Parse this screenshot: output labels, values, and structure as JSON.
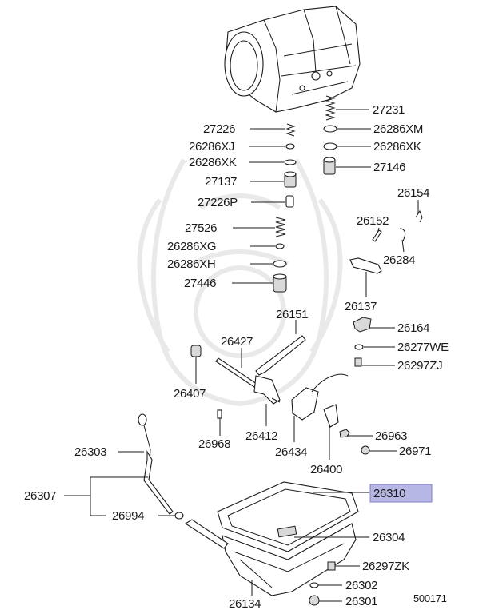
{
  "diagram_id": "500171",
  "highlight_color": "#b7b7e6",
  "labels": [
    {
      "id": "27231",
      "text": "27231"
    },
    {
      "id": "26286XM",
      "text": "26286XM"
    },
    {
      "id": "26286XK_r",
      "text": "26286XK"
    },
    {
      "id": "27146",
      "text": "27146"
    },
    {
      "id": "27226",
      "text": "27226"
    },
    {
      "id": "26286XJ",
      "text": "26286XJ"
    },
    {
      "id": "26286XK_l",
      "text": "26286XK"
    },
    {
      "id": "27137",
      "text": "27137"
    },
    {
      "id": "27226P",
      "text": "27226P"
    },
    {
      "id": "27526",
      "text": "27526"
    },
    {
      "id": "26286XG",
      "text": "26286XG"
    },
    {
      "id": "26286XH",
      "text": "26286XH"
    },
    {
      "id": "27446",
      "text": "27446"
    },
    {
      "id": "26154",
      "text": "26154"
    },
    {
      "id": "26152",
      "text": "26152"
    },
    {
      "id": "26284",
      "text": "26284"
    },
    {
      "id": "26137",
      "text": "26137"
    },
    {
      "id": "26151",
      "text": "26151"
    },
    {
      "id": "26427",
      "text": "26427"
    },
    {
      "id": "26164",
      "text": "26164"
    },
    {
      "id": "26277WE",
      "text": "26277WE"
    },
    {
      "id": "26297ZJ",
      "text": "26297ZJ"
    },
    {
      "id": "26407",
      "text": "26407"
    },
    {
      "id": "26968",
      "text": "26968"
    },
    {
      "id": "26412",
      "text": "26412"
    },
    {
      "id": "26434",
      "text": "26434"
    },
    {
      "id": "26400",
      "text": "26400"
    },
    {
      "id": "26963",
      "text": "26963"
    },
    {
      "id": "26971",
      "text": "26971"
    },
    {
      "id": "26303",
      "text": "26303"
    },
    {
      "id": "26307",
      "text": "26307"
    },
    {
      "id": "26994",
      "text": "26994"
    },
    {
      "id": "26310",
      "text": "26310"
    },
    {
      "id": "26304",
      "text": "26304"
    },
    {
      "id": "26297ZK",
      "text": "26297ZK"
    },
    {
      "id": "26302",
      "text": "26302"
    },
    {
      "id": "26301",
      "text": "26301"
    },
    {
      "id": "26134",
      "text": "26134"
    }
  ]
}
